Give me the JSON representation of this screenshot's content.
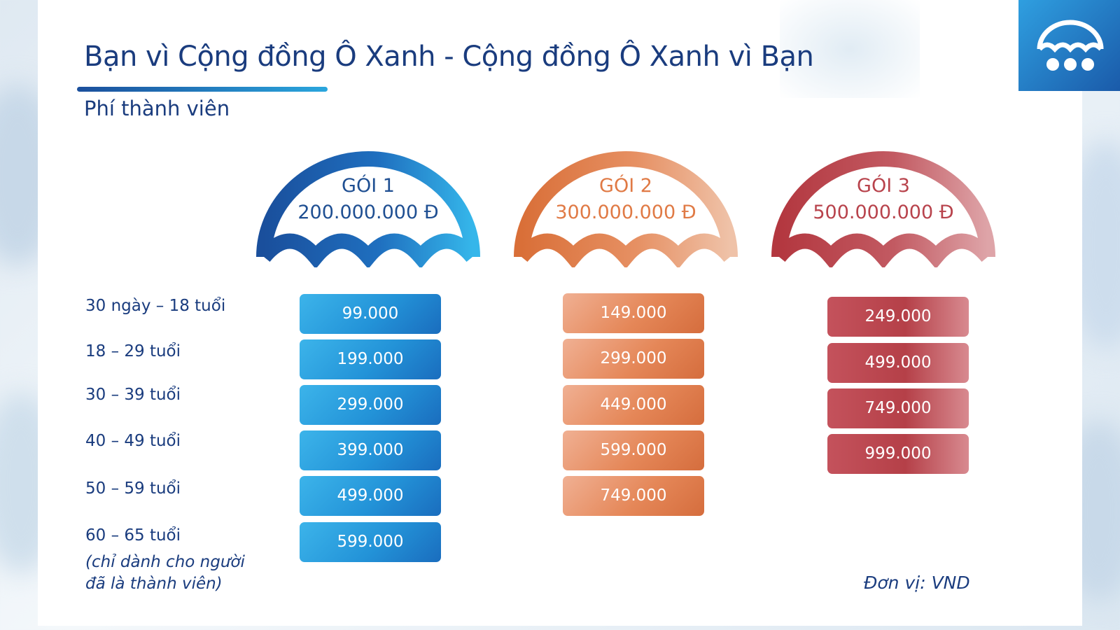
{
  "title": "Bạn vì Cộng đồng Ô Xanh - Cộng đồng Ô Xanh vì Bạn",
  "subtitle": "Phí thành viên",
  "logo_icon": "umbrella-logo-icon",
  "colors": {
    "blue": "#1c63b4",
    "orange": "#e07a45",
    "red": "#b8434c",
    "text": "#1a3c7e"
  },
  "plans": [
    {
      "name": "GÓI 1",
      "amount": "200.000.000 Đ",
      "prices": [
        "99.000",
        "199.000",
        "299.000",
        "399.000",
        "499.000",
        "599.000"
      ]
    },
    {
      "name": "GÓI 2",
      "amount": "300.000.000 Đ",
      "prices": [
        "149.000",
        "299.000",
        "449.000",
        "599.000",
        "749.000"
      ]
    },
    {
      "name": "GÓI 3",
      "amount": "500.000.000 Đ",
      "prices": [
        "249.000",
        "499.000",
        "749.000",
        "999.000"
      ]
    }
  ],
  "age_groups": [
    "30 ngày – 18 tuổi",
    "18 – 29 tuổi",
    "30 –  39 tuổi",
    "40 – 49 tuổi",
    "50 – 59 tuổi",
    "60 – 65 tuổi"
  ],
  "age_note": "(chỉ dành cho người đã là thành viên)",
  "unit": "Đơn vị: VND"
}
